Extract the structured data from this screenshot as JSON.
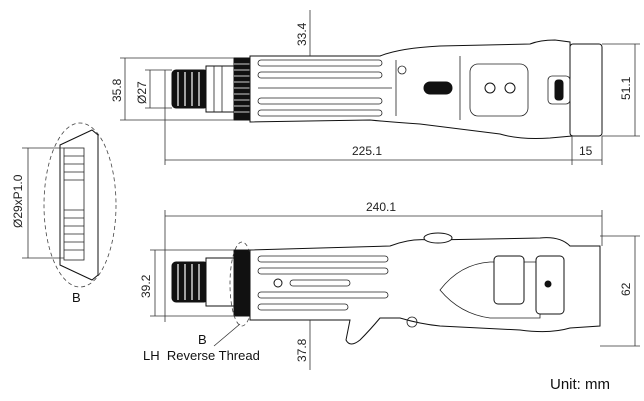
{
  "top_view": {
    "dim_width_total": "225.1",
    "dim_tail": "15",
    "dim_height": "51.1",
    "dim_nose_outer": "35.8",
    "dim_nose_inner": "Ø27",
    "dim_grip_top": "33.4"
  },
  "side_view": {
    "dim_length": "240.1",
    "dim_height": "62",
    "dim_nose": "39.2",
    "dim_grip_bottom": "37.8",
    "callout_letter": "B",
    "callout_text": "LH  Reverse Thread"
  },
  "detail_b": {
    "thread_spec": "Ø29xP1.0",
    "label": "B"
  },
  "unit_label": "Unit: mm"
}
